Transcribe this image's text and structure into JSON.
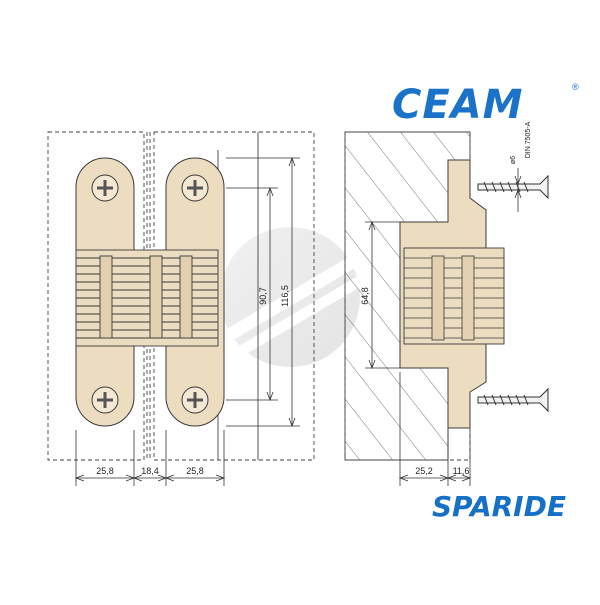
{
  "logos": {
    "brand": "CEAM",
    "registered_mark": "®",
    "dealer": "PARIDE",
    "dealer_initial": "S"
  },
  "dimensions": {
    "left_width": "25,8",
    "gap": "18,4",
    "right_width": "25,8",
    "inner_height": "90,7",
    "outer_height": "116,5",
    "body_height": "64,8",
    "recess_depth": "25,2",
    "flange_depth": "11,6",
    "screw_diameter": "ø6",
    "screw_standard": "DIN 7505-A"
  },
  "colors": {
    "hinge_fill": "#ecdcc0",
    "line": "#3a3a3a",
    "brand_blue": "#1a73c9"
  }
}
